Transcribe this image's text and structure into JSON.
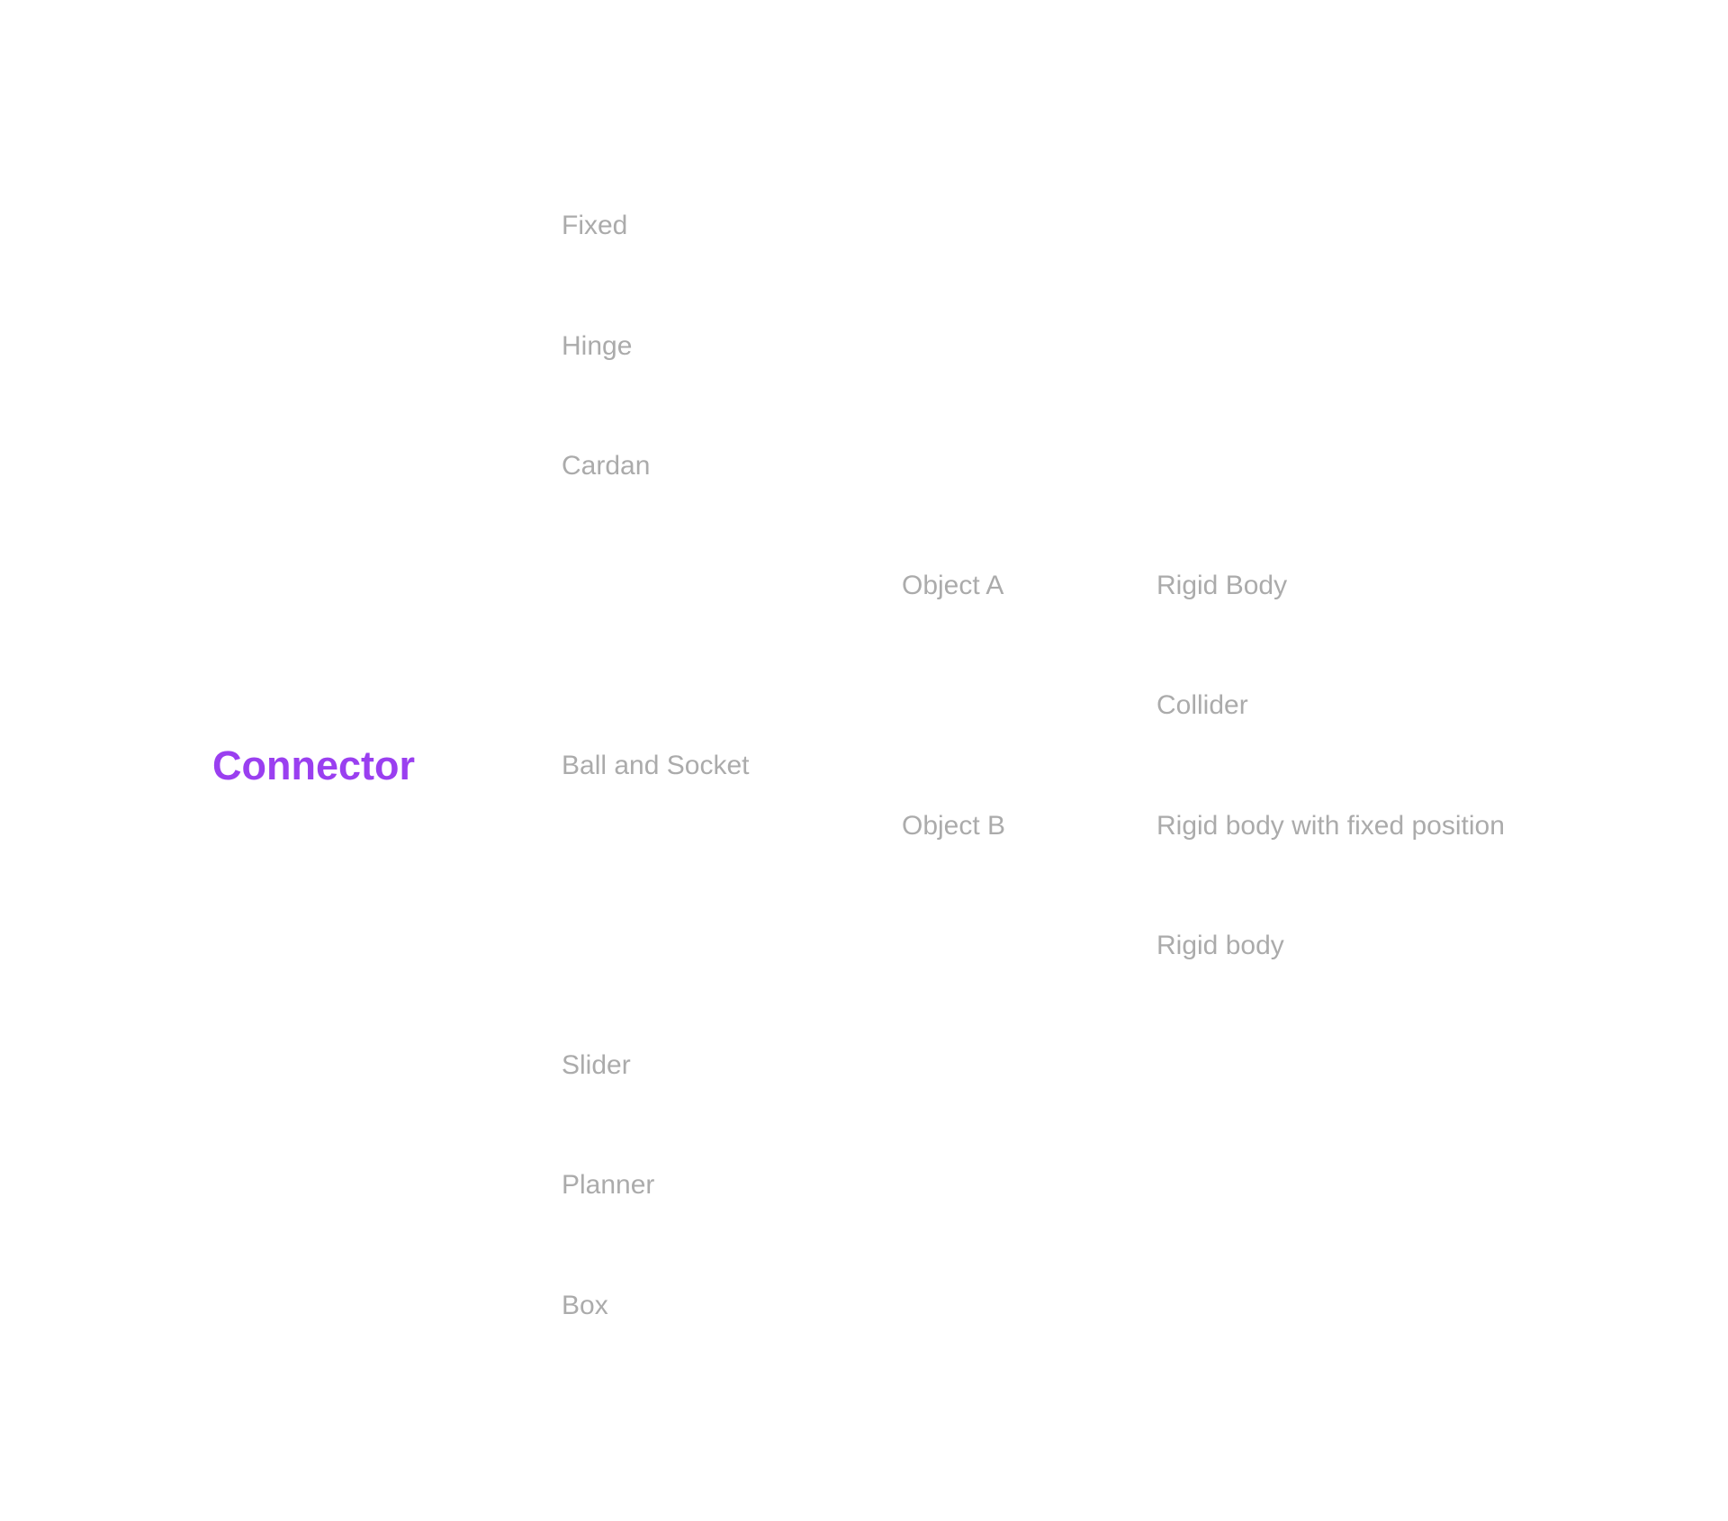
{
  "root": {
    "label": "Connector",
    "color": "#9a3ff0"
  },
  "text_color": "#ababab",
  "joint_types": [
    "Fixed",
    "Hinge",
    "Cardan",
    "Ball and Socket",
    "Slider",
    "Planner",
    "Box"
  ],
  "objects": [
    "Object A",
    "Object B"
  ],
  "object_a_options": [
    "Rigid Body",
    "Collider"
  ],
  "object_b_options": [
    "Rigid body with fixed position",
    "Rigid body"
  ]
}
